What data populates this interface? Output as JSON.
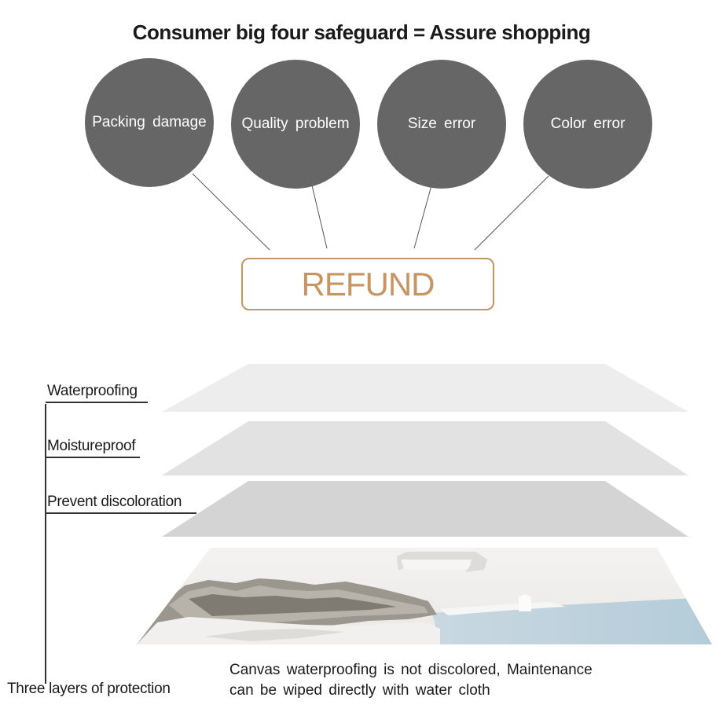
{
  "header": {
    "title": "Consumer big four safeguard = Assure shopping"
  },
  "safeguards": [
    {
      "label": "Packing damage"
    },
    {
      "label": "Quality problem"
    },
    {
      "label": "Size error"
    },
    {
      "label": "Color error"
    }
  ],
  "refund": {
    "label": "REFUND"
  },
  "layers": [
    {
      "label": "Waterproofing"
    },
    {
      "label": "Moistureproof"
    },
    {
      "label": "Prevent discoloration"
    }
  ],
  "protection": {
    "label": "Three layers of protection"
  },
  "description": {
    "line1": "Canvas waterproofing is not discolored, Maintenance",
    "line2": "can be wiped directly with water cloth"
  },
  "colors": {
    "circle": "#666666",
    "refund_accent": "#c69562",
    "layer_light": "#ededed",
    "layer_mid": "#e2e2e2",
    "layer_dark": "#d4d4d4"
  }
}
